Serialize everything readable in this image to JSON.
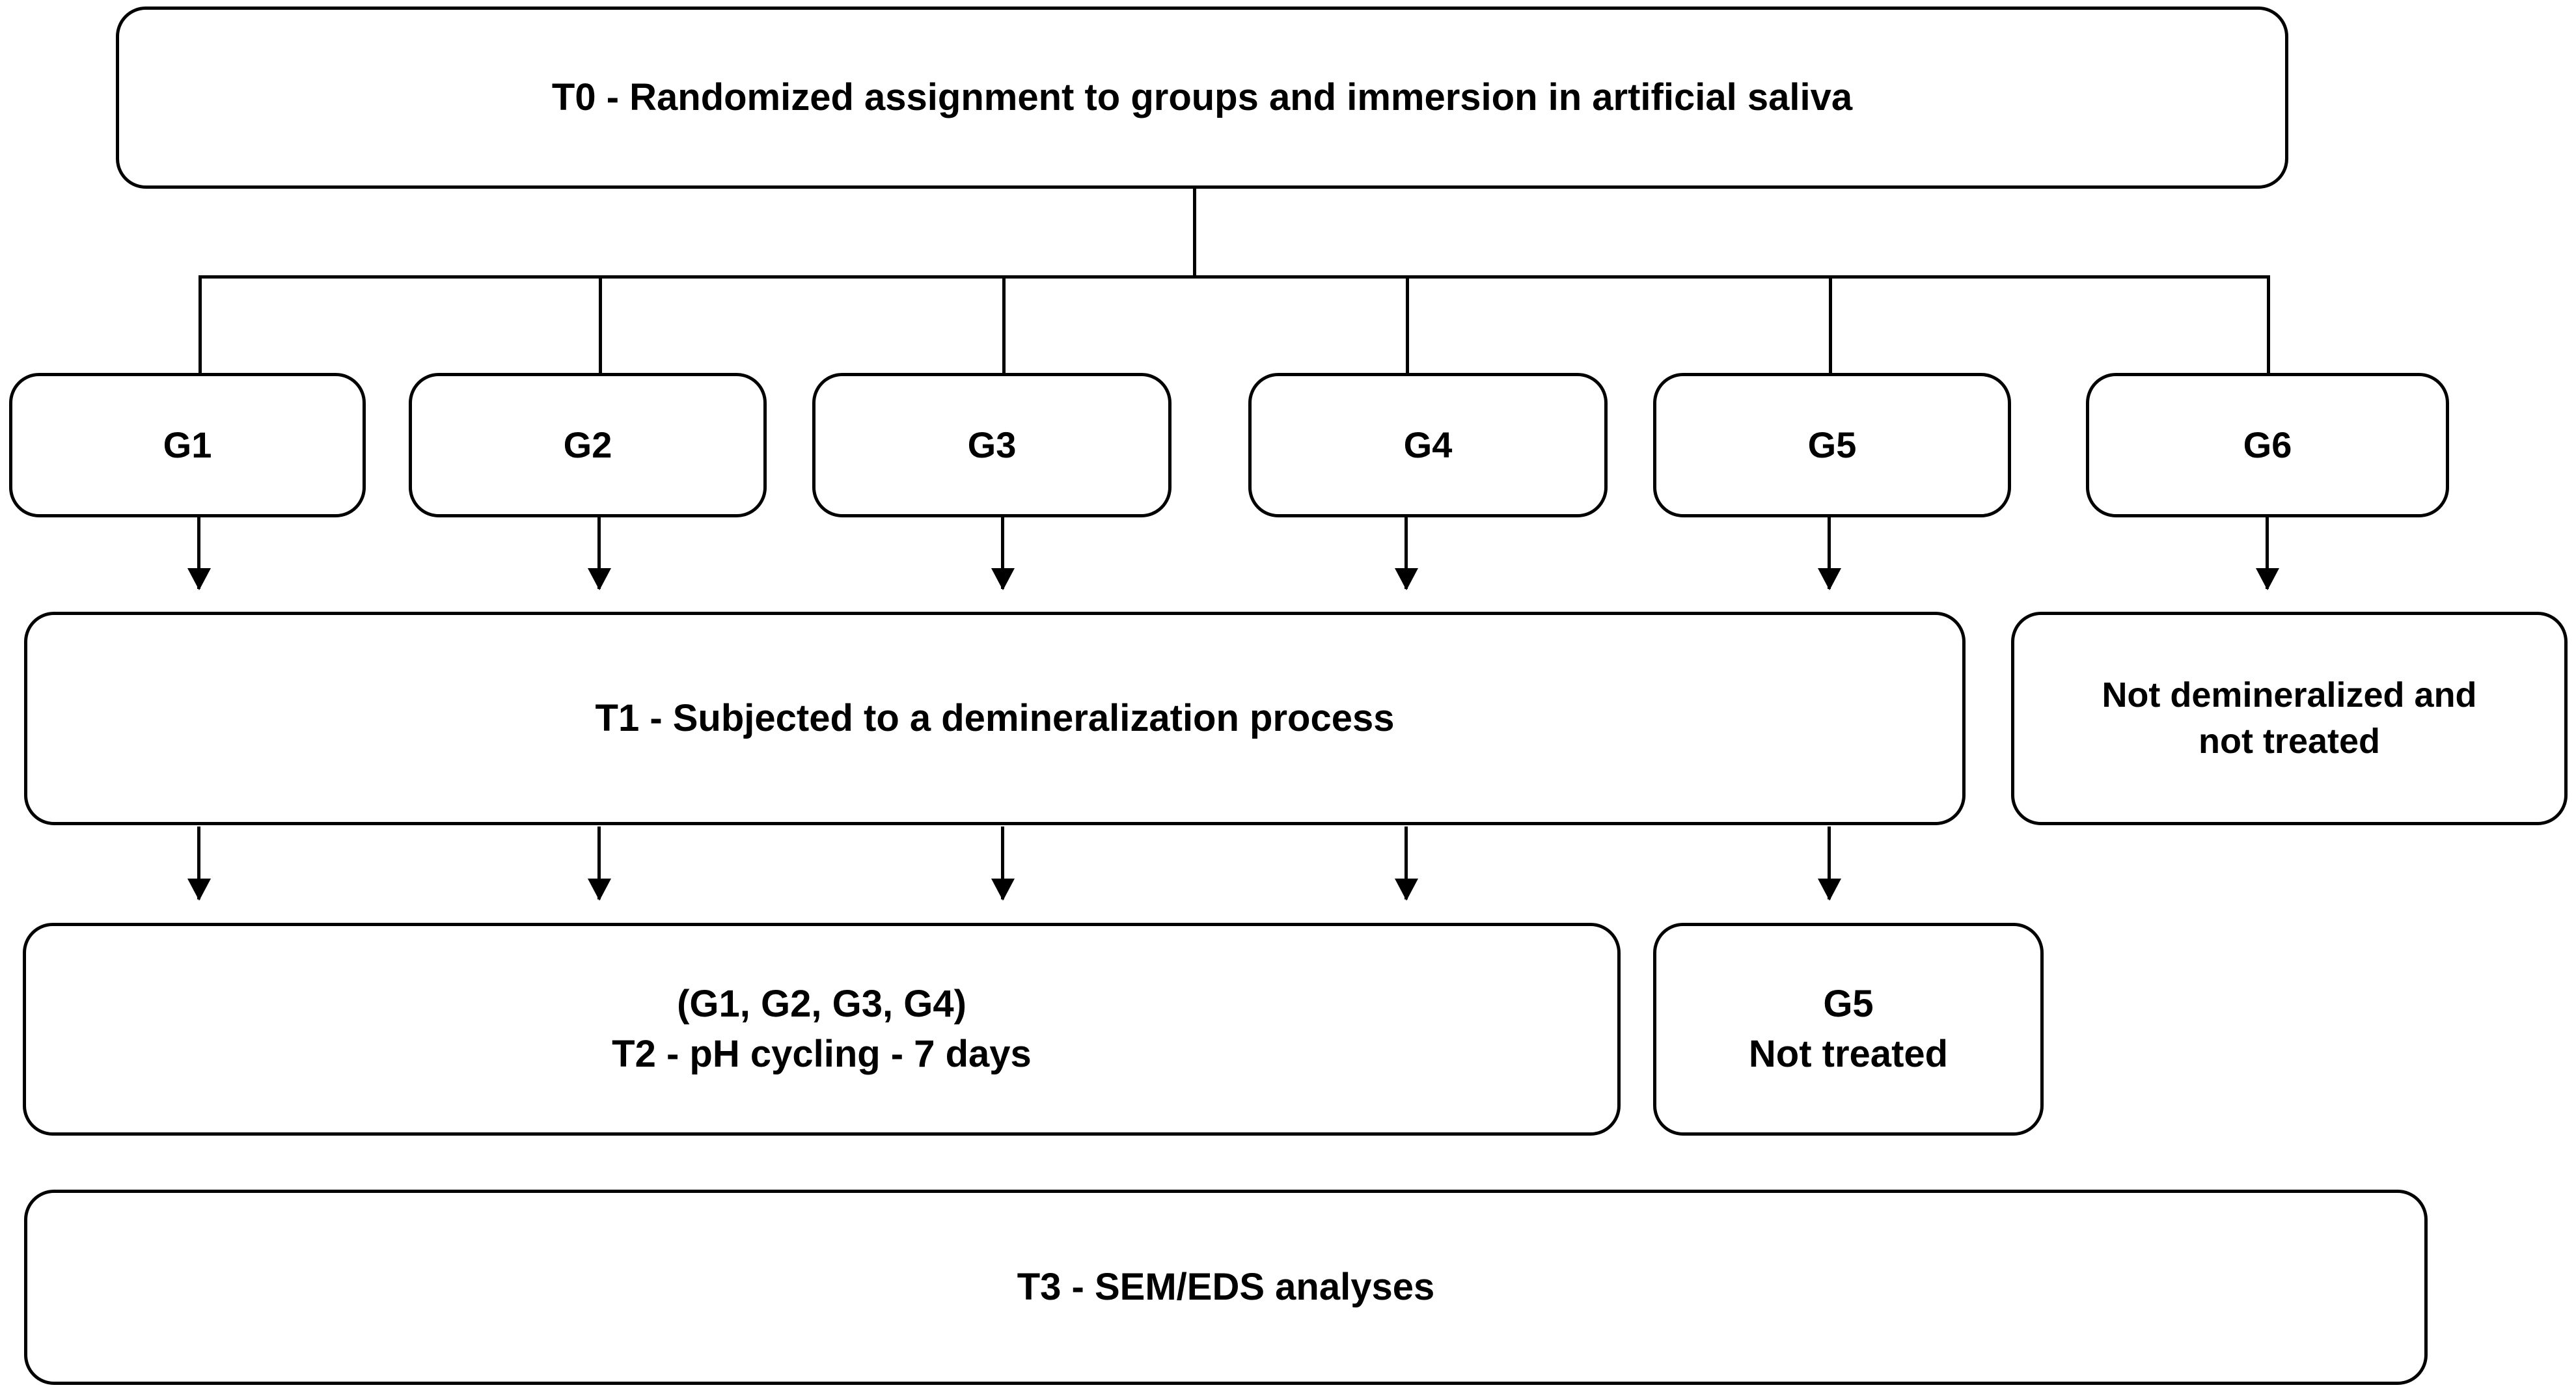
{
  "diagram": {
    "title": "Experimental study design flowchart",
    "line_color": "#000000",
    "box_fill": "#ffffff",
    "text_color": "#000000"
  },
  "nodes": {
    "t0": {
      "id": "T0",
      "label": "T0 - Randomized assignment to groups and immersion in artificial saliva"
    },
    "groups": [
      {
        "id": "G1",
        "label": "G1"
      },
      {
        "id": "G2",
        "label": "G2"
      },
      {
        "id": "G3",
        "label": "G3"
      },
      {
        "id": "G4",
        "label": "G4"
      },
      {
        "id": "G5",
        "label": "G5"
      },
      {
        "id": "G6",
        "label": "G6"
      }
    ],
    "t1": {
      "id": "T1",
      "label": "T1 - Subjected to a demineralization process"
    },
    "g6_branch": {
      "id": "G6-outcome",
      "line1": "Not demineralized and",
      "line2": "not treated"
    },
    "t2": {
      "id": "T2",
      "line1": "(G1, G2, G3, G4)",
      "line2": "T2 - pH cycling - 7 days"
    },
    "g5_branch": {
      "id": "G5-outcome",
      "line1": "G5",
      "line2": "Not treated"
    },
    "t3": {
      "id": "T3",
      "label": "T3 - SEM/EDS analyses"
    }
  },
  "connectors": {
    "t0_to_groups": "T0 fans out to G1 through G6",
    "groups_to_t1": "G1-G5 each drop an arrow into T1",
    "g6_to_branch": "G6 drops an arrow into Not demineralized and not treated",
    "t1_to_t2": "T1 drops arrows into T2 (G1-G4) and into G5 Not treated"
  }
}
